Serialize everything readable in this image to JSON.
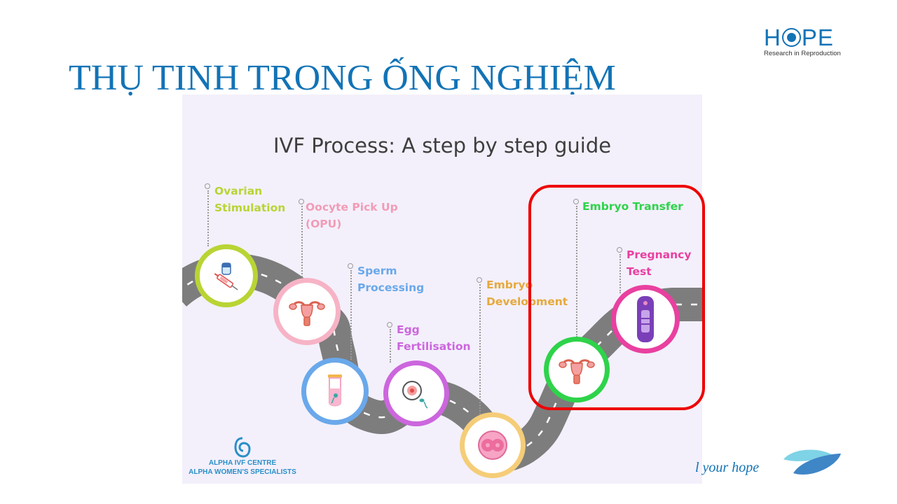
{
  "slide": {
    "title": "THỤ TINH TRONG ỐNG NGHIỆM"
  },
  "logo": {
    "word_left": "H",
    "word_right": "PE",
    "subtitle": "Research in Reproduction"
  },
  "infographic": {
    "title": "IVF Process: A step by step guide",
    "steps": [
      {
        "label": "Ovarian\nStimulation",
        "color": "#b8d434",
        "icon": "syringe-icon"
      },
      {
        "label": "Oocyte Pick Up\n(OPU)",
        "color": "#f29bb6",
        "icon": "uterus-icon"
      },
      {
        "label": "Sperm\nProcessing",
        "color": "#6aa8ea",
        "icon": "test-tube-icon"
      },
      {
        "label": "Egg\nFertilisation",
        "color": "#cc66dd",
        "icon": "egg-sperm-icon"
      },
      {
        "label": "Embryo\nDevelopment",
        "color": "#e6a93c",
        "icon": "embryo-icon"
      },
      {
        "label": "Embryo Transfer",
        "color": "#2ed34a",
        "icon": "uterus-icon"
      },
      {
        "label": "Pregnancy\nTest",
        "color": "#e940a0",
        "icon": "pregnancy-test-icon"
      }
    ],
    "clinic": {
      "line1": "ALPHA IVF CENTRE",
      "line2": "ALPHA WOMEN'S SPECIALISTS"
    }
  },
  "footer": {
    "tagline": "l your hope"
  },
  "colors": {
    "title_blue": "#1273b6",
    "highlight_red": "#ee0000",
    "road_gray": "#7d7d7d",
    "background_lavender": "#f3f0fb"
  }
}
